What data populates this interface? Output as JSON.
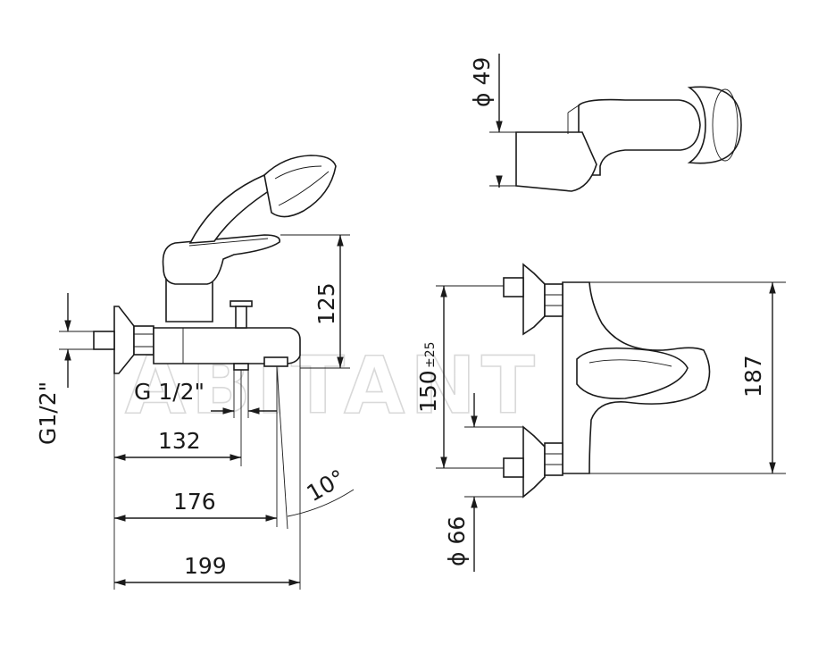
{
  "watermark": "ABITANT",
  "dimensions": {
    "thread_vertical": "G1/2\"",
    "thread_horizontal": "G 1/2\"",
    "d132": "132",
    "d176": "176",
    "d199": "199",
    "d125": "125",
    "angle": "10°",
    "d150": "150",
    "tol150": "±25",
    "d187": "187",
    "dia49": "ϕ 49",
    "dia66": "ϕ 66"
  }
}
